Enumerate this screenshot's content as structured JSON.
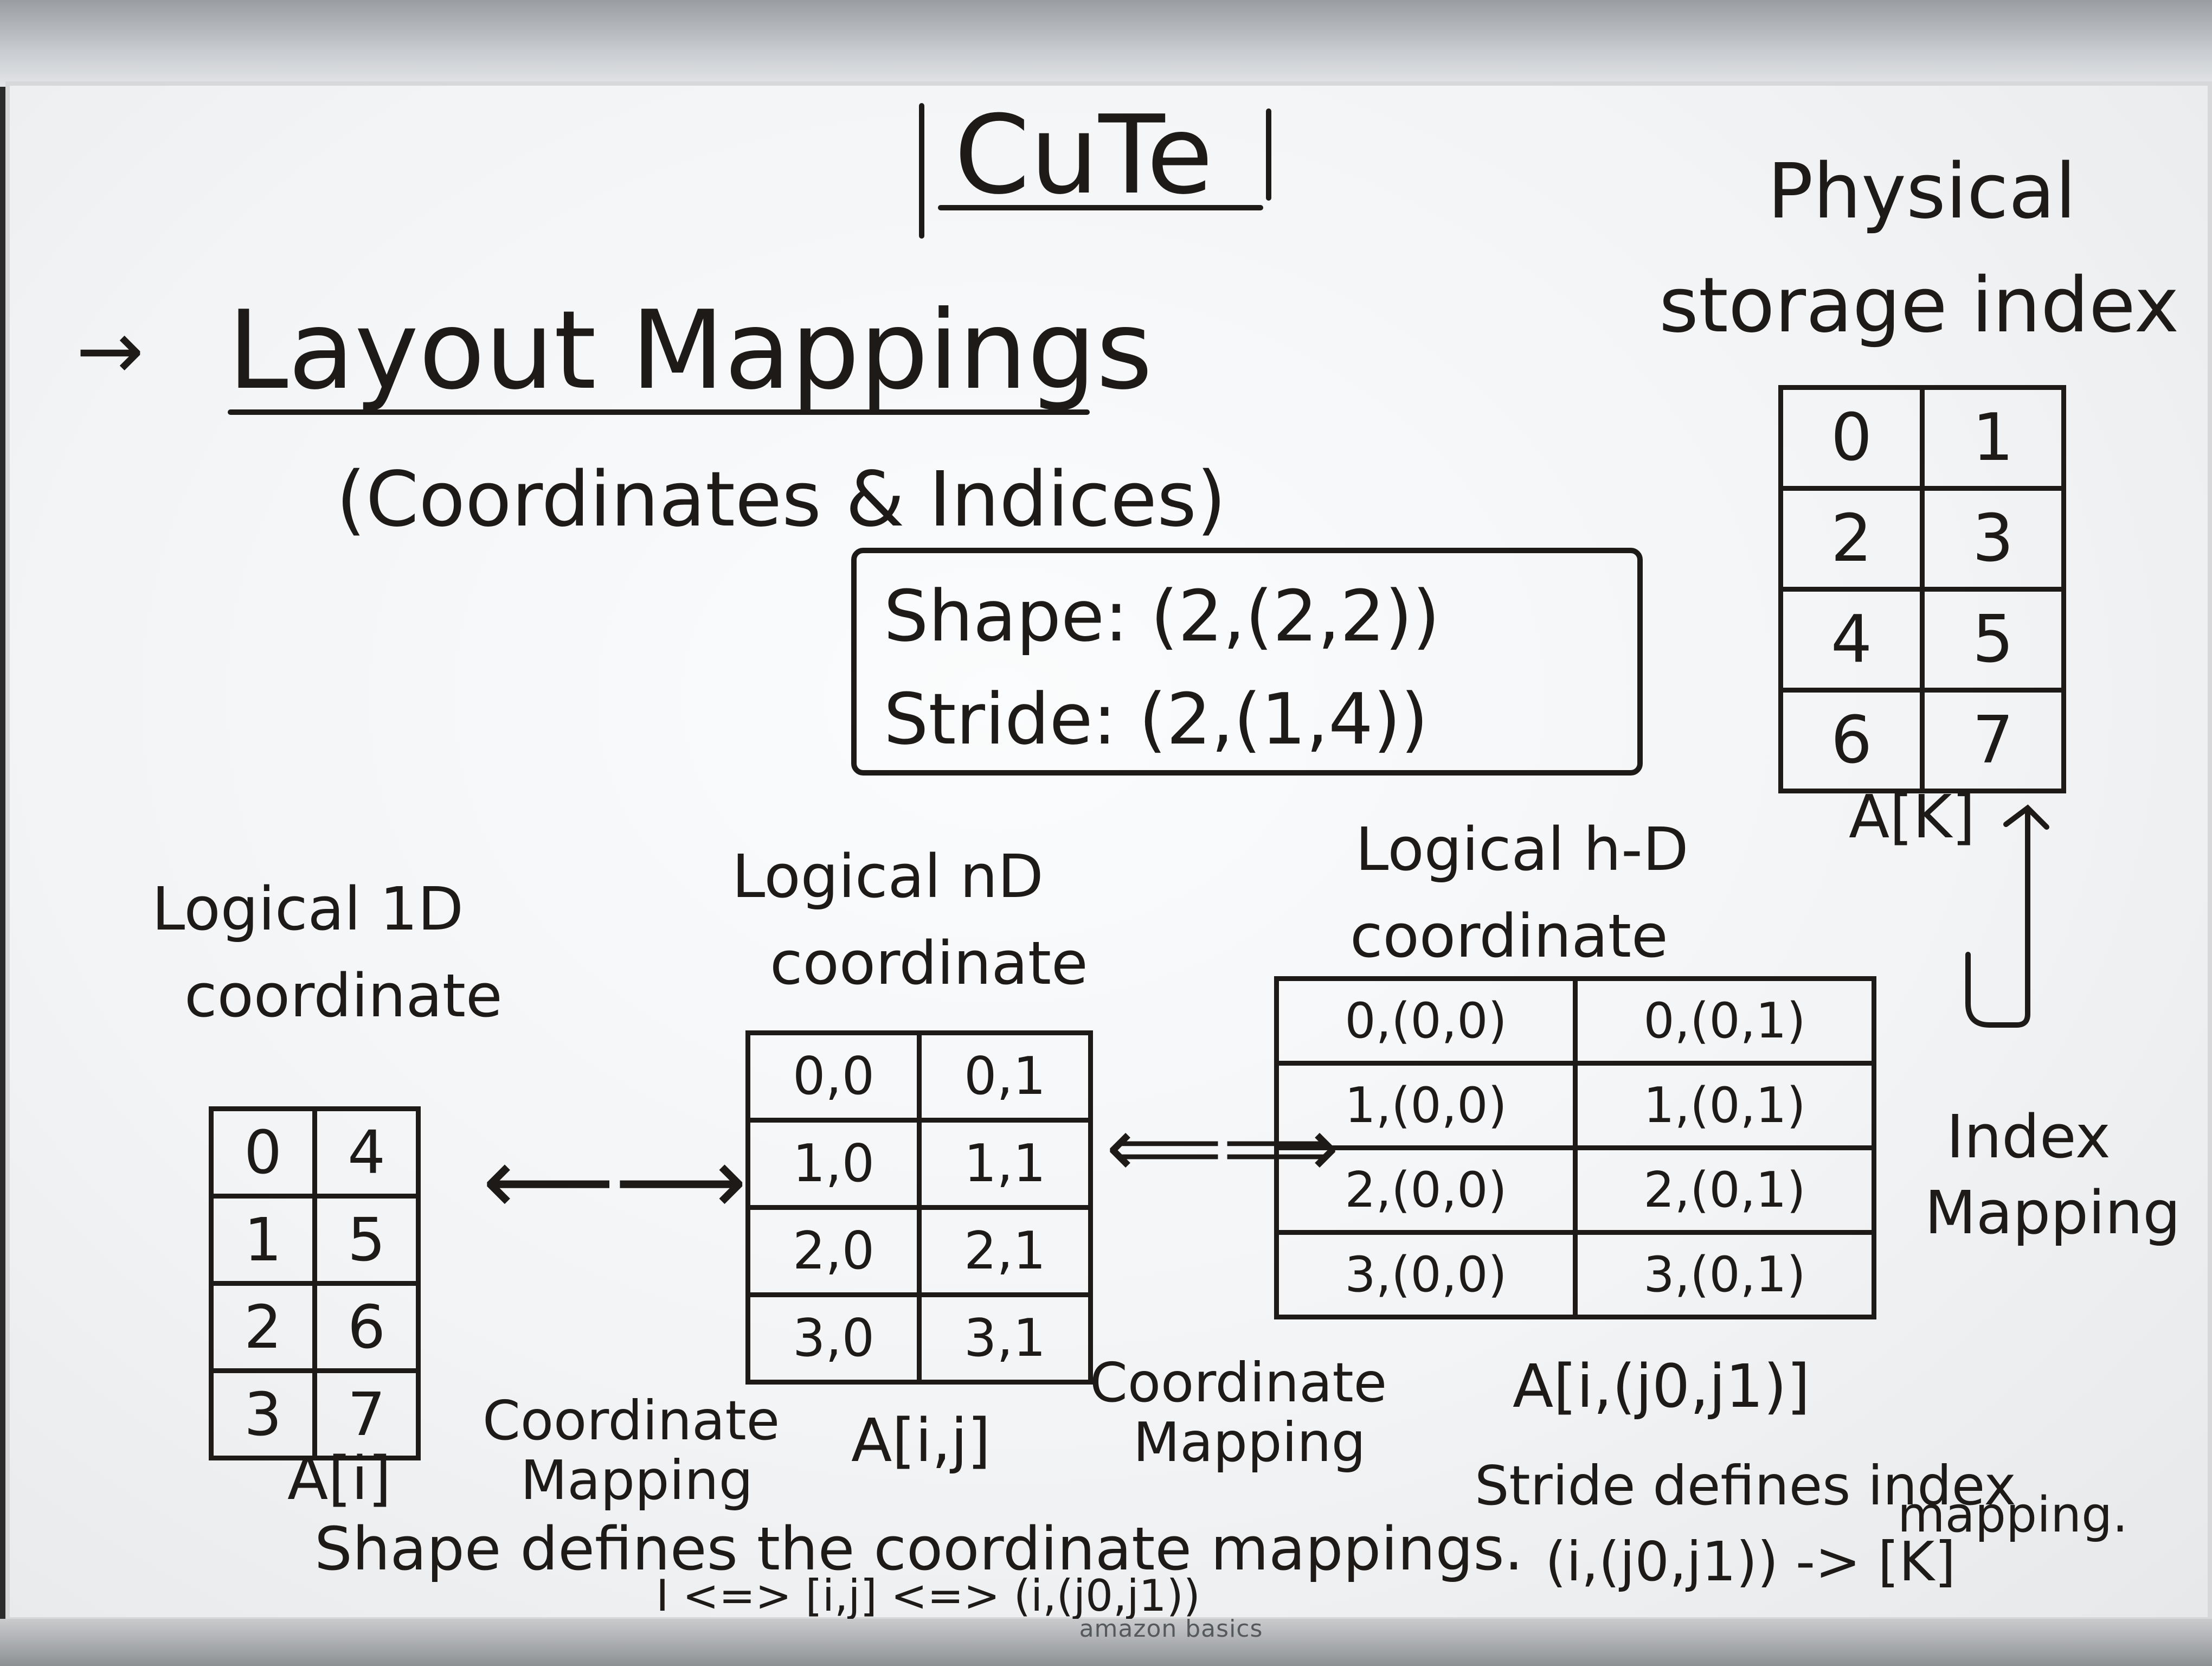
{
  "title": "CuTe",
  "heading": "Layout Mappings",
  "subheading": "(Coordinates & Indices)",
  "layout_box": {
    "shape": "Shape: (2,(2,2))",
    "stride": "Stride: (2,(1,4))"
  },
  "physical": {
    "label_line1": "Physical",
    "label_line2": "storage index",
    "rows": [
      [
        "0",
        "1"
      ],
      [
        "2",
        "3"
      ],
      [
        "4",
        "5"
      ],
      [
        "6",
        "7"
      ]
    ],
    "access": "A[K]"
  },
  "logical_1d": {
    "label_line1": "Logical 1D",
    "label_line2": "coordinate",
    "rows": [
      [
        "0",
        "4"
      ],
      [
        "1",
        "5"
      ],
      [
        "2",
        "6"
      ],
      [
        "3",
        "7"
      ]
    ],
    "access": "A[i]"
  },
  "logical_2d": {
    "label_line1": "Logical nD",
    "label_line2": "coordinate",
    "rows": [
      [
        "0,0",
        "0,1"
      ],
      [
        "1,0",
        "1,1"
      ],
      [
        "2,0",
        "2,1"
      ],
      [
        "3,0",
        "3,1"
      ]
    ],
    "access": "A[i,j]"
  },
  "logical_nd": {
    "label_line1": "Logical h-D",
    "label_line2": "coordinate",
    "rows": [
      [
        "0,(0,0)",
        "0,(0,1)"
      ],
      [
        "1,(0,0)",
        "1,(0,1)"
      ],
      [
        "2,(0,0)",
        "2,(0,1)"
      ],
      [
        "3,(0,0)",
        "3,(0,1)"
      ]
    ],
    "access": "A[i,(j0,j1)]"
  },
  "arrows": {
    "left_marker": "→",
    "coord_map_1": "⟵⟶",
    "coord_map_2": "⟸⟹"
  },
  "captions": {
    "coord_mapping_1_line1": "Coordinate",
    "coord_mapping_1_line2": "Mapping",
    "coord_mapping_2_line1": "Coordinate",
    "coord_mapping_2_line2": "Mapping",
    "index_mapping_line1": "Index",
    "index_mapping_line2": "Mapping",
    "shape_defines": "Shape defines the coordinate mappings.",
    "shape_chain": "I <=> [i,j] <=> (i,(j0,j1))",
    "stride_defines": "Stride defines index",
    "stride_mapping_word": "mapping.",
    "stride_chain": "(i,(j0,j1)) -> [K]"
  },
  "brand": "amazon basics"
}
